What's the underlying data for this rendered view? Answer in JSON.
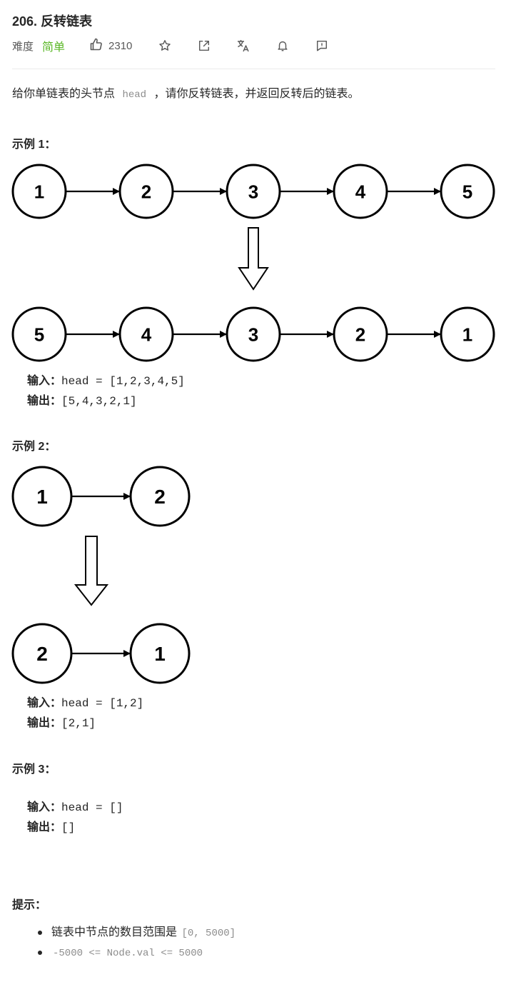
{
  "problem": {
    "number": "206.",
    "title": "反转链表",
    "difficulty_label": "难度",
    "difficulty": "简单",
    "likes": "2310"
  },
  "toolbar_icons": [
    "thumbs-up-icon",
    "star-icon",
    "share-icon",
    "translate-icon",
    "bell-icon",
    "feedback-icon"
  ],
  "description": {
    "before": "给你单链表的头节点 ",
    "code": "head",
    "after": " ，请你反转链表，并返回反转后的链表。"
  },
  "examples": [
    {
      "title": "示例 1：",
      "before": [
        "1",
        "2",
        "3",
        "4",
        "5"
      ],
      "after": [
        "5",
        "4",
        "3",
        "2",
        "1"
      ],
      "input_label": "输入：",
      "input": "head = [1,2,3,4,5]",
      "output_label": "输出：",
      "output": "[5,4,3,2,1]"
    },
    {
      "title": "示例 2：",
      "before": [
        "1",
        "2"
      ],
      "after": [
        "2",
        "1"
      ],
      "input_label": "输入：",
      "input": "head = [1,2]",
      "output_label": "输出：",
      "output": "[2,1]"
    },
    {
      "title": "示例 3：",
      "input_label": "输入：",
      "input": "head = []",
      "output_label": "输出：",
      "output": "[]"
    }
  ],
  "hints": {
    "title": "提示：",
    "items": [
      {
        "text": "链表中节点的数目范围是 ",
        "code": "[0, 5000]"
      },
      {
        "text": "",
        "code": "-5000 <= Node.val <= 5000"
      }
    ]
  },
  "colors": {
    "easy": "#5ab726",
    "muted": "#8c8c8c",
    "separator": "#ebebeb"
  }
}
